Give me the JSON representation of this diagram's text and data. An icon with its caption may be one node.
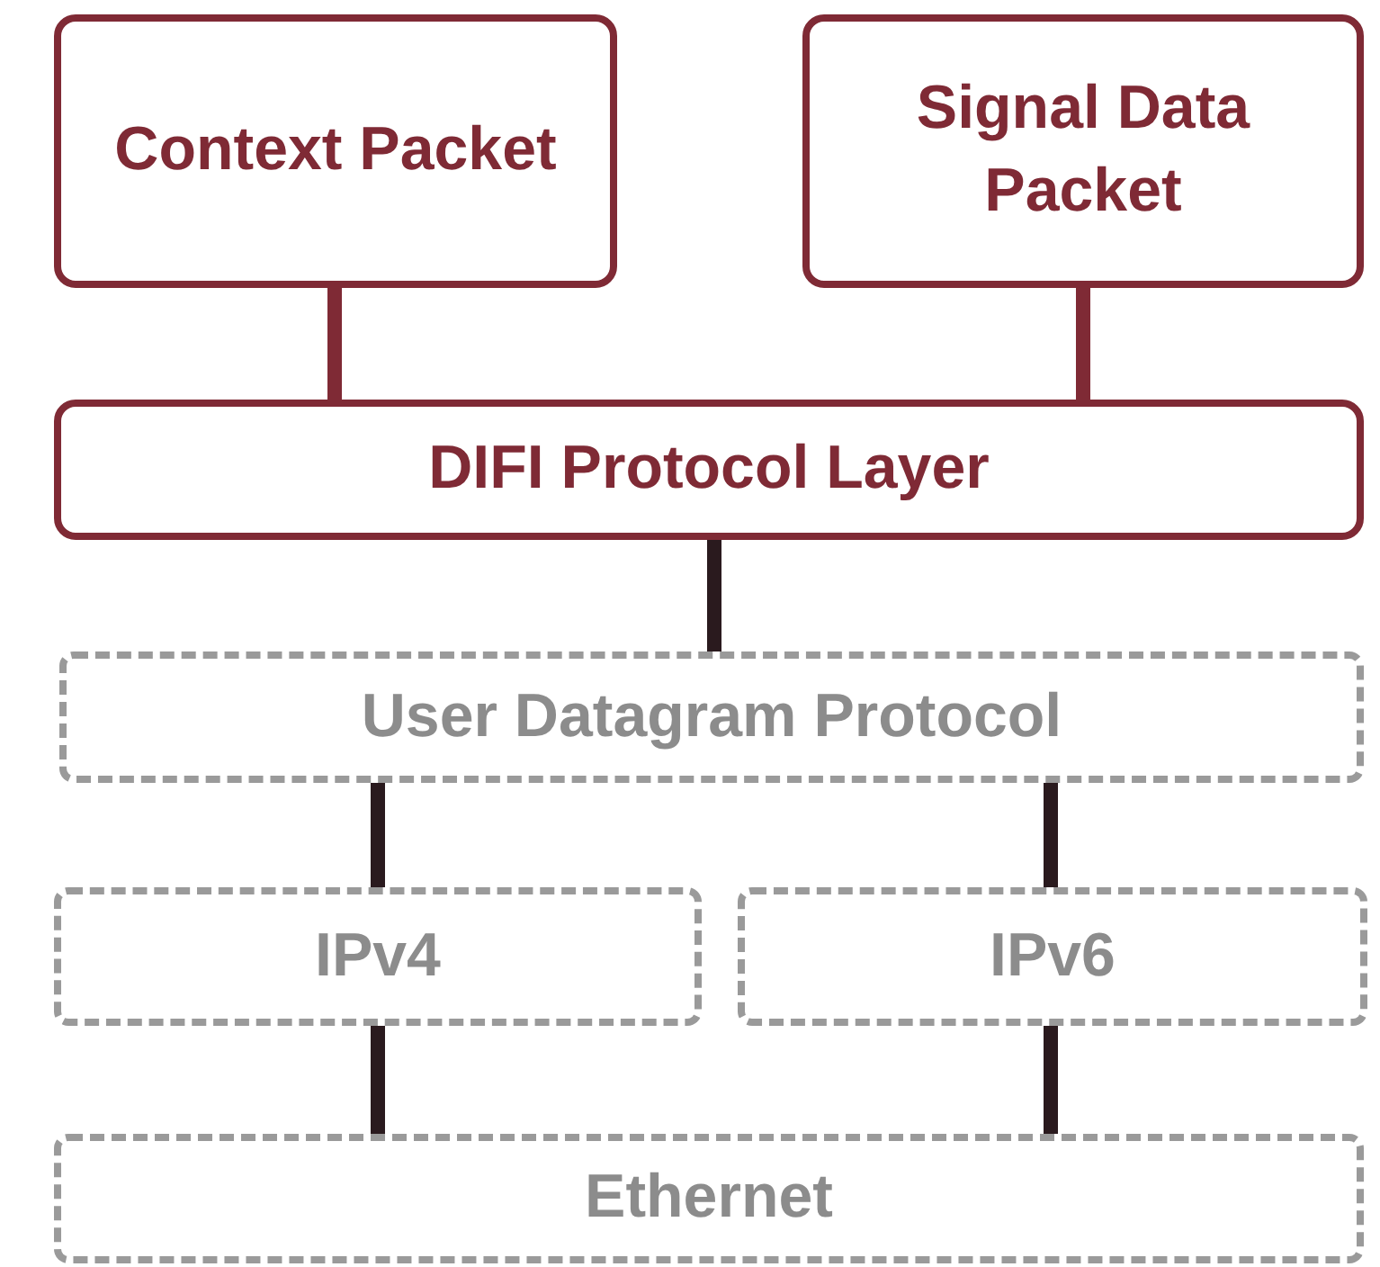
{
  "diagram": {
    "nodes": [
      {
        "text": [
          "Context Packet"
        ]
      },
      {
        "text": [
          "Signal Data Packet"
        ]
      },
      {
        "text": [
          "DIFI Protocol Layer"
        ]
      },
      {
        "text": [
          "User Datagram Protocol"
        ]
      },
      {
        "text": [
          "IPv4"
        ]
      },
      {
        "text": [
          "IPv6"
        ]
      },
      {
        "text": [
          "Ethernet"
        ]
      }
    ],
    "edges": [
      {
        "from": 0,
        "to": 2,
        "arrow": "none",
        "color": "#7f2a35"
      },
      {
        "from": 1,
        "to": 2,
        "arrow": "none",
        "color": "#7f2a35"
      },
      {
        "from": 2,
        "to": 3,
        "arrow": "none"
      },
      {
        "from": 3,
        "to": 4,
        "arrow": "none"
      },
      {
        "from": 3,
        "to": 5,
        "arrow": "none"
      },
      {
        "from": 4,
        "to": 6,
        "arrow": "none"
      },
      {
        "from": 5,
        "to": 6,
        "arrow": "none"
      }
    ]
  }
}
